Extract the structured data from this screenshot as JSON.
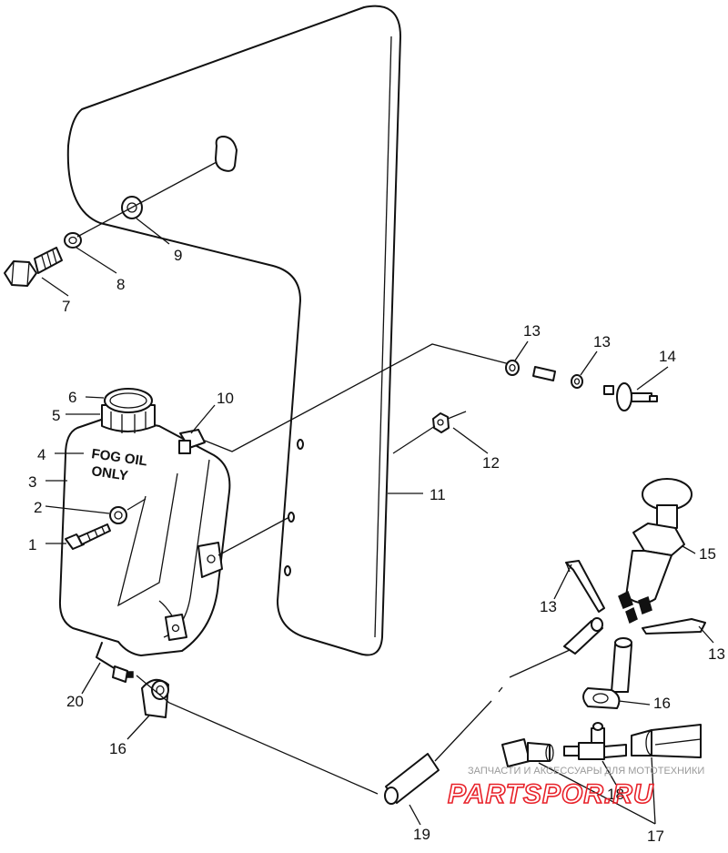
{
  "diagram": {
    "callouts": [
      "1",
      "2",
      "3",
      "4",
      "5",
      "6",
      "7",
      "8",
      "9",
      "10",
      "11",
      "12",
      "13",
      "13",
      "13",
      "13",
      "14",
      "15",
      "16",
      "16",
      "17",
      "18",
      "19",
      "20"
    ],
    "tank_label": {
      "line1": "FOG OIL",
      "line2": "ONLY"
    }
  },
  "watermark": {
    "caption": "ЗАПЧАСТИ И АКСЕССУАРЫ ДЛЯ МОТОТЕХНИКИ",
    "brand": "PARTSPOR.RU",
    "color": "#e8222a"
  }
}
